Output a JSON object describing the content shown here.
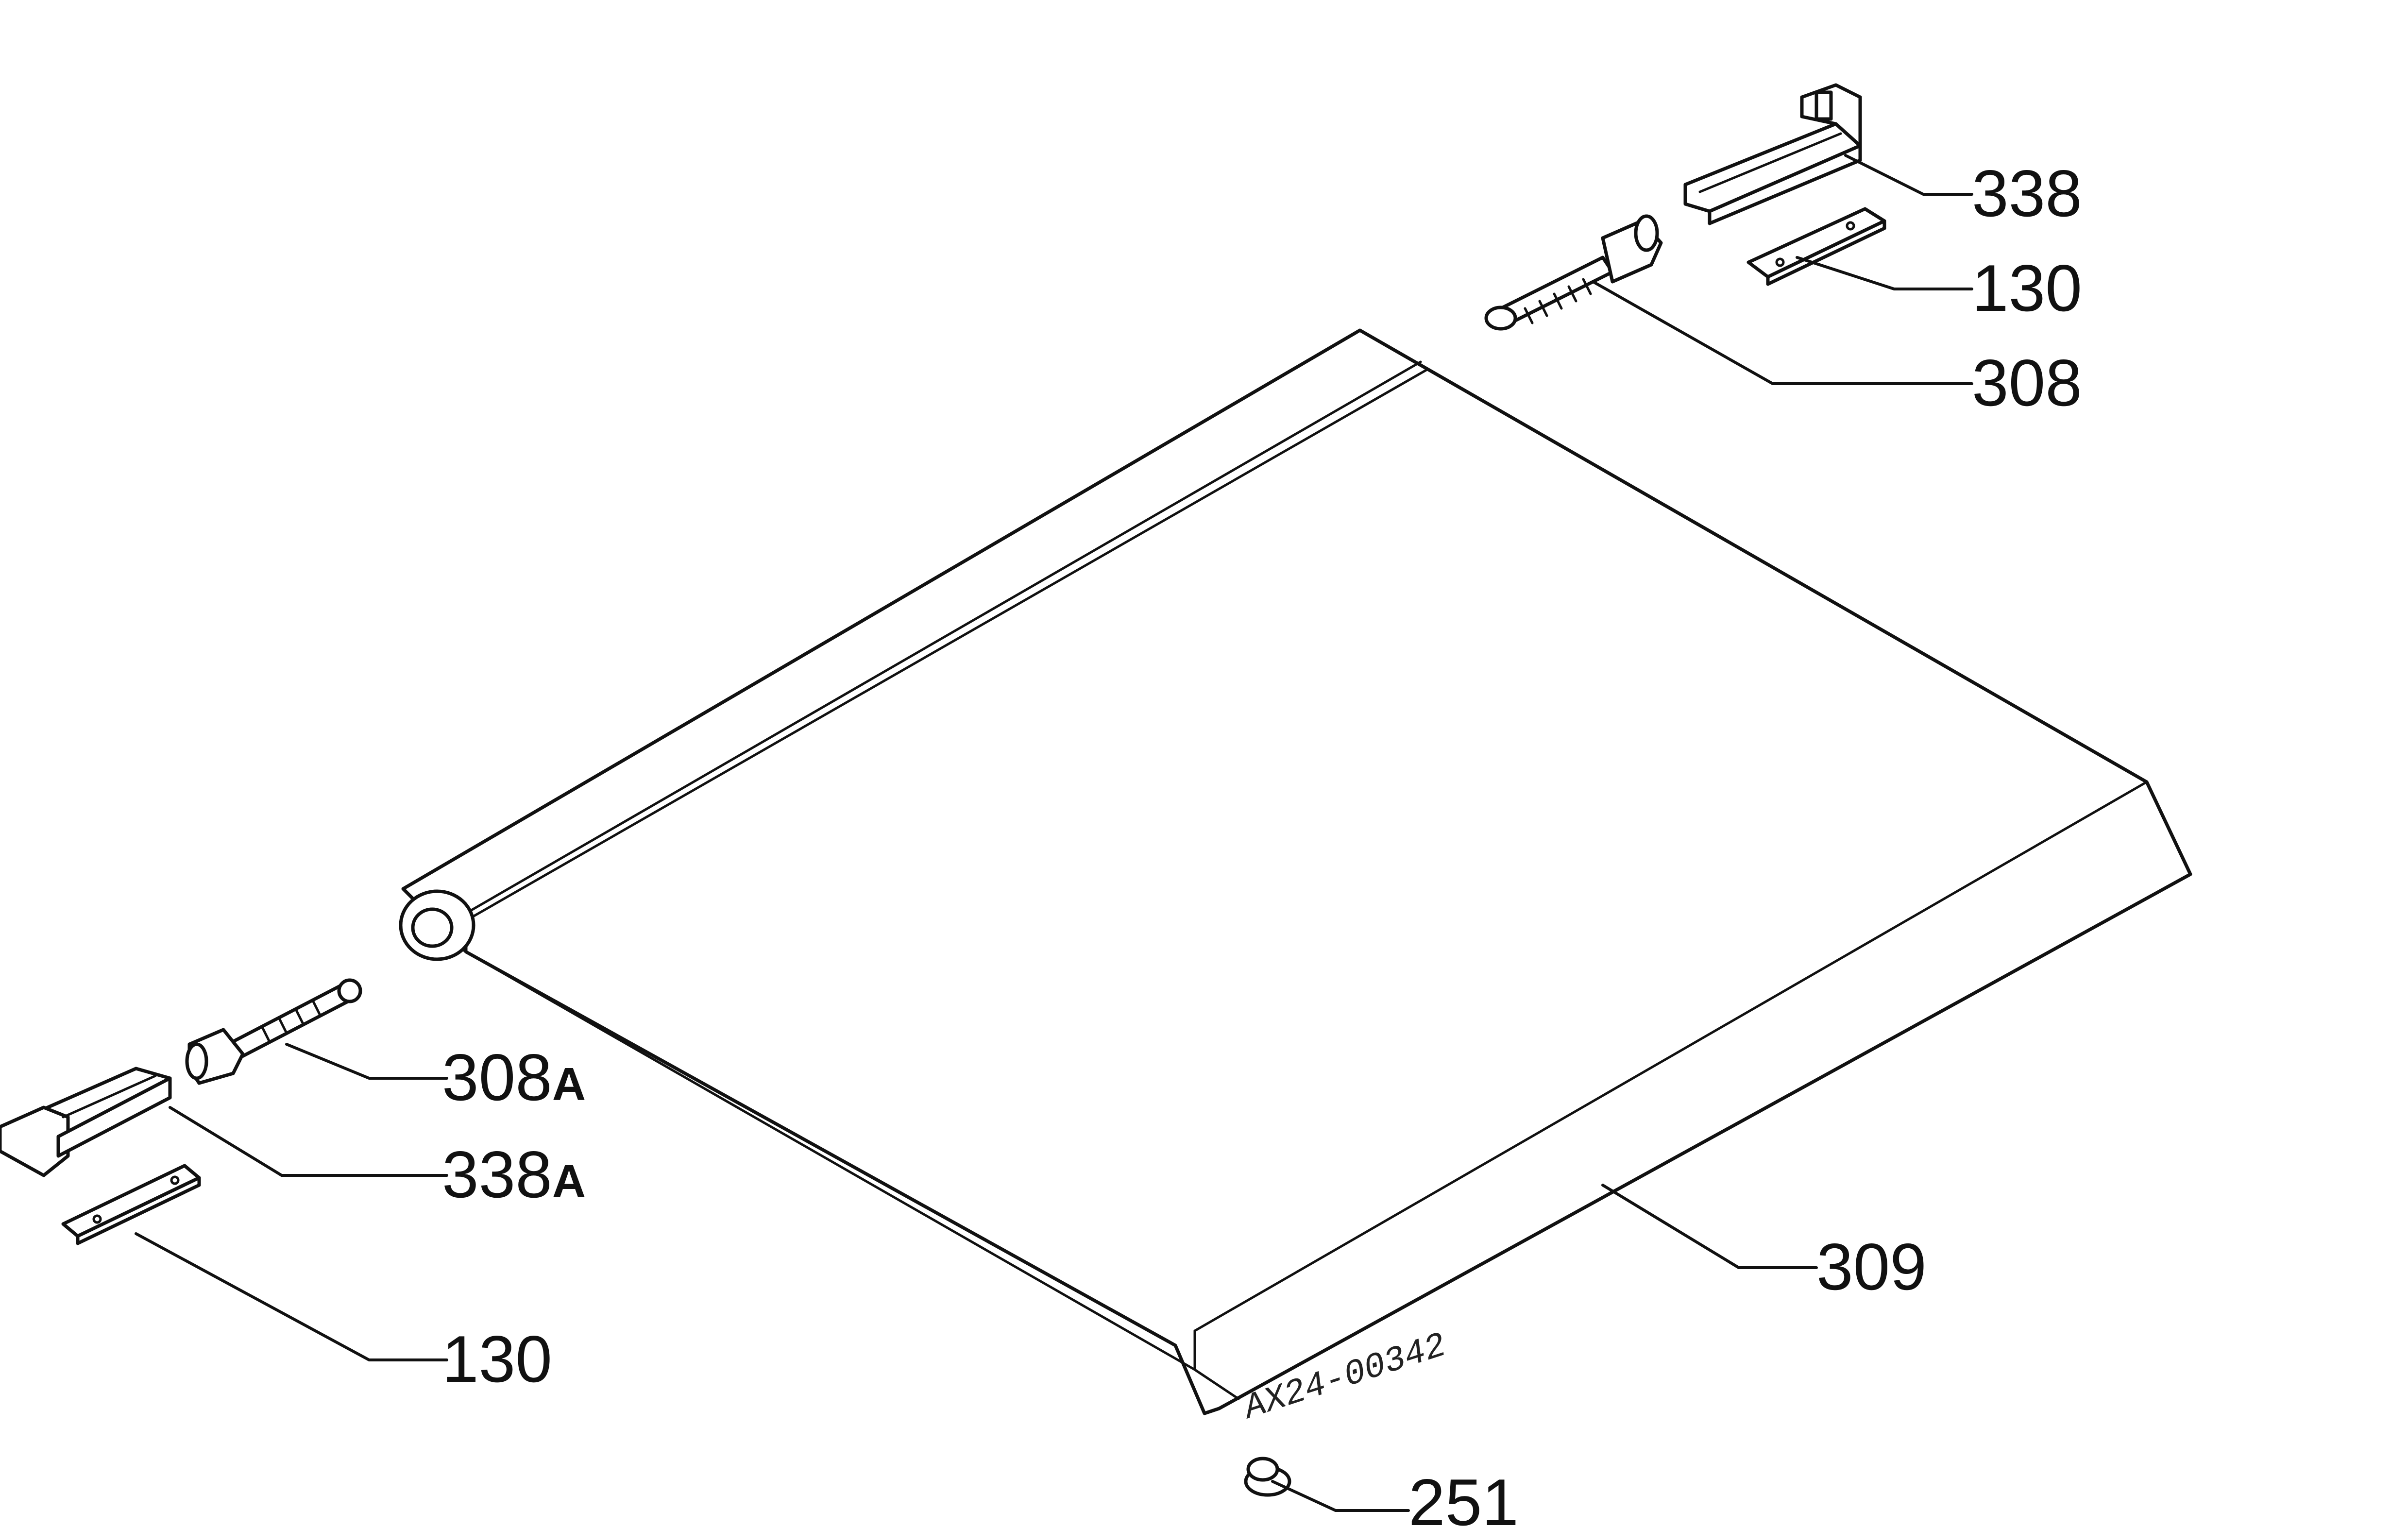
{
  "drawing_code": "AX24-00342",
  "callouts": {
    "c338": "338",
    "c130_top": "130",
    "c308": "308",
    "c308a_num": "308",
    "c308a_suffix": "A",
    "c338a_num": "338",
    "c338a_suffix": "A",
    "c130_left": "130",
    "c309": "309",
    "c251": "251"
  },
  "colors": {
    "line": "#111111",
    "background": "#ffffff"
  }
}
